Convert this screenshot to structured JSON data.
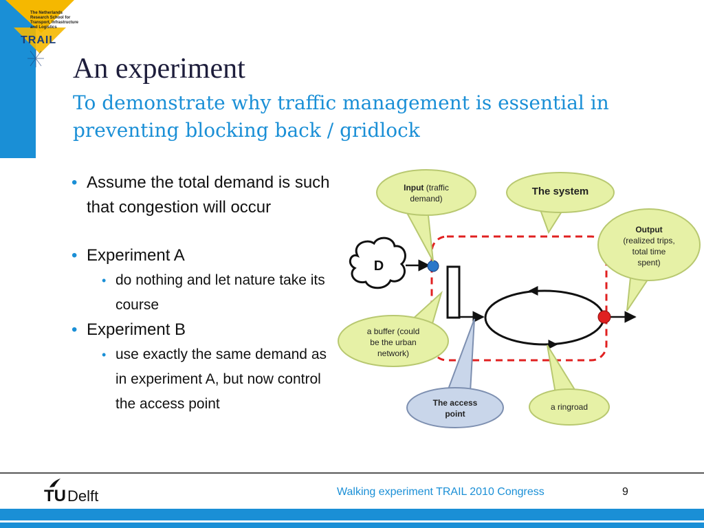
{
  "header": {
    "logo_text": "The Netherlands\nResearch School for\nTransport, Infrastructure\nand Logistics",
    "logo_name": "TRAIL",
    "title": "An experiment",
    "subtitle": "To demonstrate why traffic management is essential in preventing blocking back / gridlock"
  },
  "bullets": {
    "b1": "Assume the total demand is such that congestion will occur",
    "b2": "Experiment A",
    "b2_sub": "do nothing and let nature take its course",
    "b3": "Experiment B",
    "b3_sub": "use exactly the same demand as in experiment A, but now control the access point"
  },
  "diagram": {
    "origin_label": "D",
    "input_bold": "Input",
    "input_rest": " (traffic",
    "input_line2": "demand)",
    "system_label": "The system",
    "output_bold": "Output",
    "output_line2": "(realized trips,",
    "output_line3": "total time",
    "output_line4": "spent)",
    "buffer_line1": "a buffer (could",
    "buffer_line2": "be the urban",
    "buffer_line3": "network)",
    "access_line1": "The access",
    "access_line2": "point",
    "ringroad_label": "a ringroad",
    "callout_color": "#e6f1a6",
    "access_color": "#c9d6ea",
    "boundary_color": "#e02020"
  },
  "footer": {
    "tu": "TU",
    "delft": "Delft",
    "text": "Walking experiment TRAIL 2010 Congress",
    "page": "9"
  }
}
